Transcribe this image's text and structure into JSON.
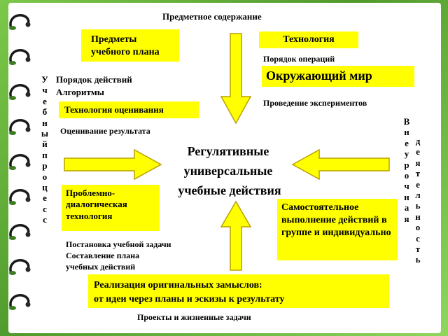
{
  "title": "Предметное содержание",
  "box_subjects": "Предметы учебного плана",
  "box_technology": "Технология",
  "ops_order": "Порядок операций",
  "box_world": "Окружающий мир",
  "experiments": "Проведение экспериментов",
  "actions_order": "Порядок действий",
  "algorithms": "Алгоритмы",
  "box_assessment": "Технология оценивания",
  "result_assessment": "Оценивание результата",
  "center_line1": "Регулятивные",
  "center_line2": "универсальные",
  "center_line3": "учебные действия",
  "box_problem": "Проблемно-диалогическая технология",
  "task_setting": "Постановка учебной задачи",
  "plan_line1": "Составление плана",
  "plan_line2": "учебных действий",
  "box_independent": "Самостоятельное выполнение действий в группе и индивидуально",
  "box_realization_line1": "Реализация оригинальных замыслов:",
  "box_realization_line2": "от идеи через планы и эскизы к результату",
  "projects": "Проекты и жизненные задачи",
  "vert_left": "Учебный процесс",
  "vert_right1": "Внеурочная",
  "vert_right2": "деятельность",
  "colors": {
    "box": "#ffff00",
    "arrow_fill": "#ffff00",
    "arrow_stroke": "#b8a000",
    "background": "#5aa832"
  }
}
